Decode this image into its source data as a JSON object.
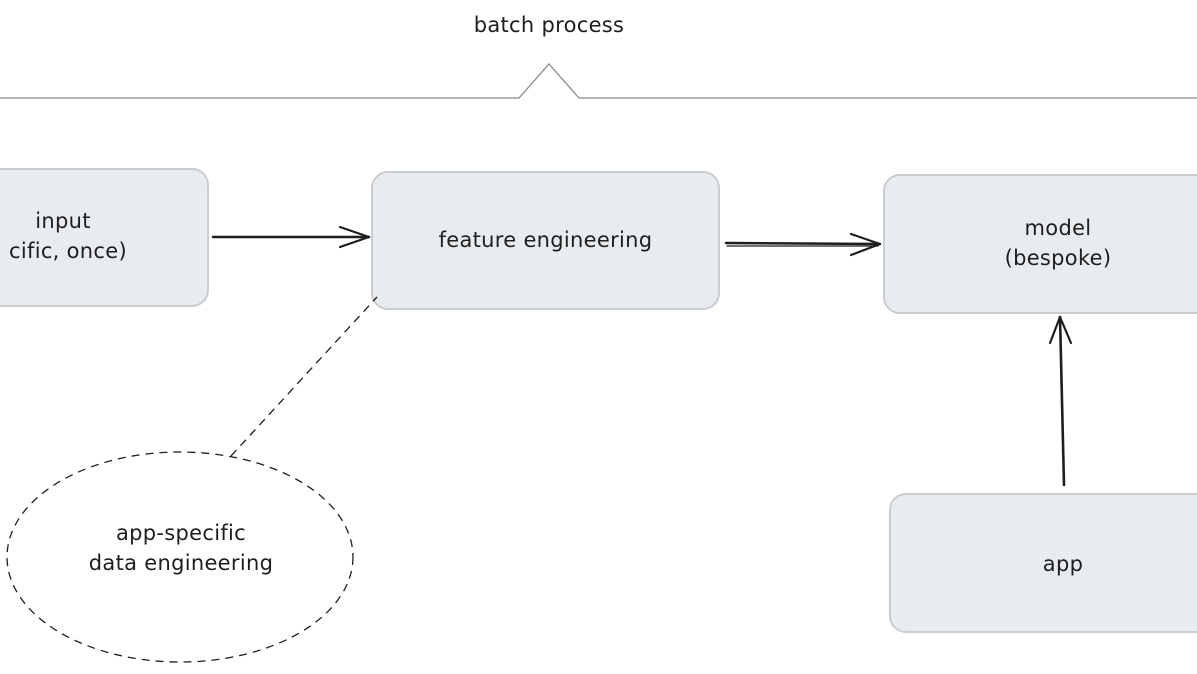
{
  "bracket": {
    "label": "batch process"
  },
  "nodes": {
    "input": {
      "line1": "input",
      "line2": "cific, once)"
    },
    "feature_engineering": {
      "label": "feature engineering"
    },
    "model": {
      "line1": "model",
      "line2": "(bespoke)"
    },
    "app": {
      "label": "app"
    },
    "note": {
      "line1": "app-specific",
      "line2": "data engineering"
    }
  },
  "colors": {
    "node_fill": "#e9ecef",
    "node_stroke": "#c9ccd0",
    "line": "#1e1e1e",
    "bracket_line": "#8a8a8a"
  }
}
